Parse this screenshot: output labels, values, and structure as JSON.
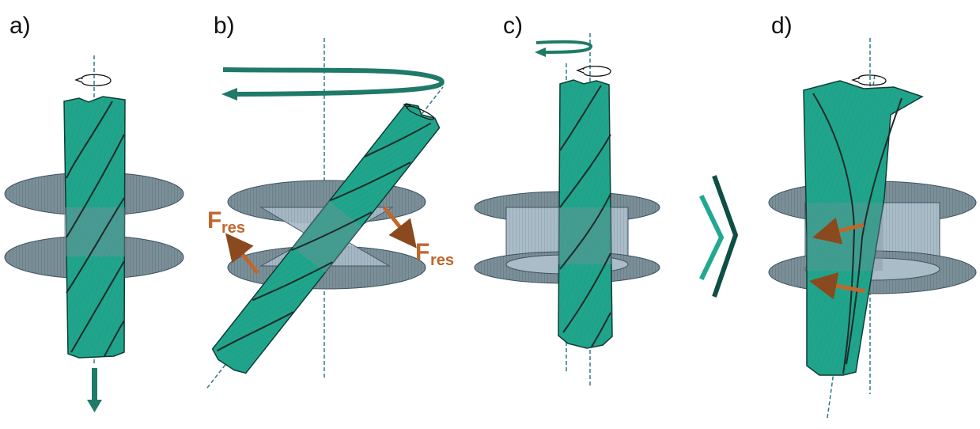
{
  "panels": [
    {
      "id": "a",
      "label": "a)"
    },
    {
      "id": "b",
      "label": "b)"
    },
    {
      "id": "c",
      "label": "c)"
    },
    {
      "id": "d",
      "label": "d)"
    }
  ],
  "force": {
    "symbol": "F",
    "subscript": "res"
  },
  "colors": {
    "drill": "#20a58c",
    "drill_dark": "#147a66",
    "flute": "#1d2b2a",
    "workpiece": "#7b8f99",
    "workpiece_dark": "#3d5260",
    "hole_wall": "#9fb4c1",
    "axis": "#2e7a86",
    "force_arrow": "#c0672c",
    "motion_arrow": "#1f7a68",
    "chevron_light": "#21a890",
    "chevron_dark": "#0e4f45"
  },
  "icons": [
    "rotation-arrow-icon",
    "feed-arrow-icon",
    "orbit-arrow-icon",
    "force-arrow-icon",
    "process-chevron-icon"
  ]
}
